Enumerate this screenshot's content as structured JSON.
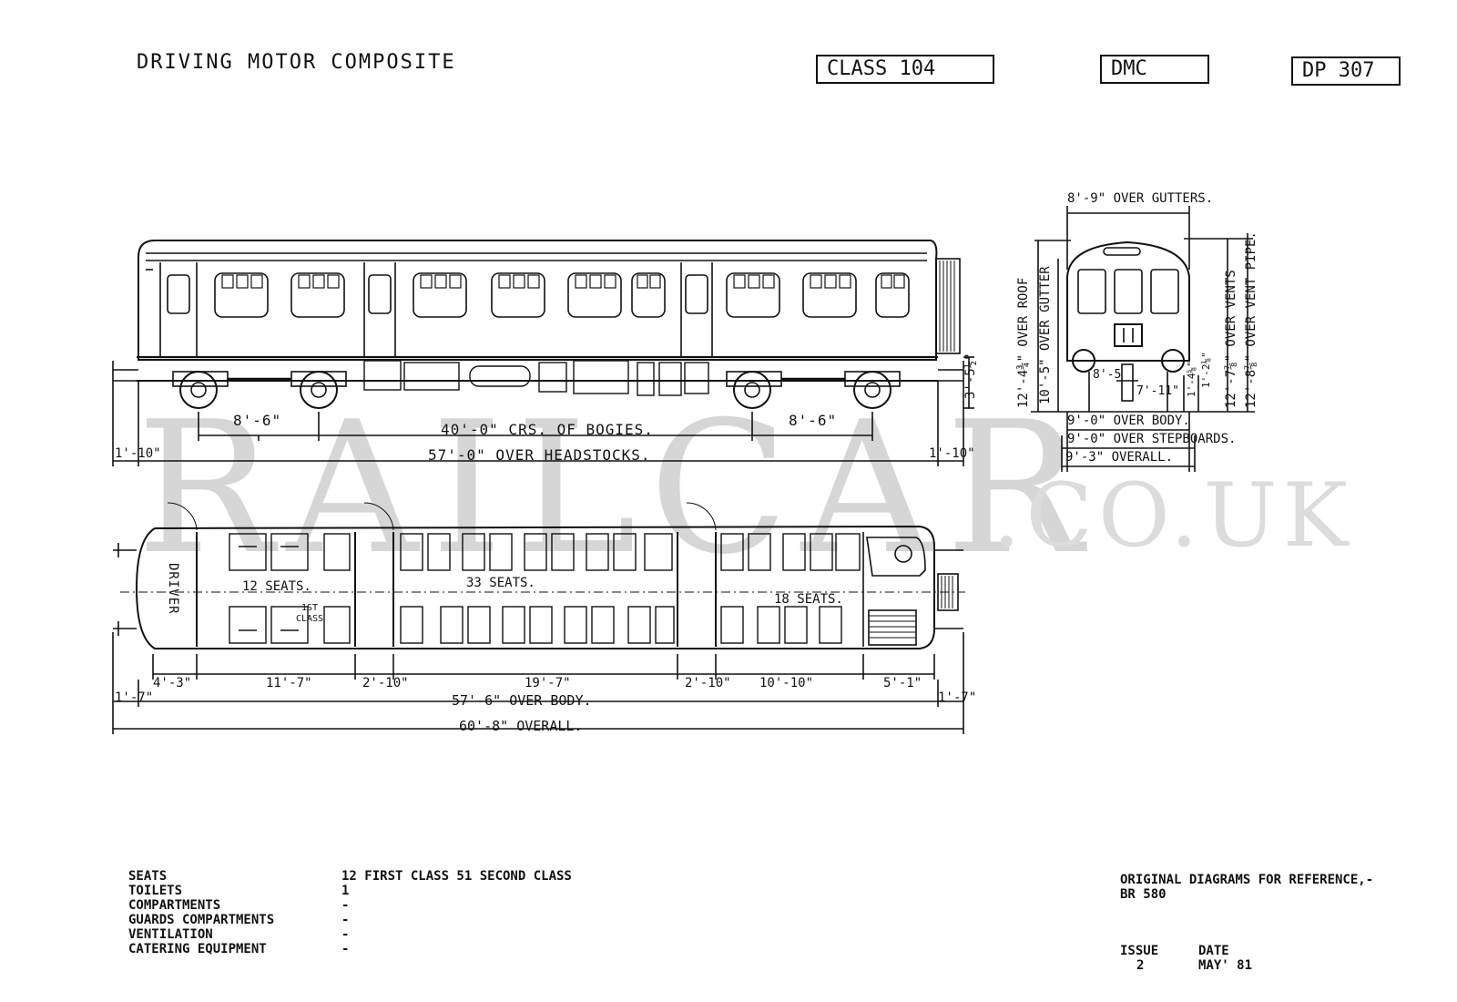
{
  "header": {
    "title": "DRIVING MOTOR COMPOSITE",
    "class_box": "CLASS 104",
    "type_box": "DMC",
    "diagram_box": "DP 307"
  },
  "watermark": "RAILCAR",
  "watermark_domain": ".CO.UK",
  "side_elevation": {
    "dim_bogie_wheelbase_left": "8'-6\"",
    "dim_bogie_centres": "40'-0\" CRS. OF BOGIES.",
    "dim_bogie_wheelbase_right": "8'-6\"",
    "dim_headstocks": "57'-0\" OVER HEADSTOCKS.",
    "dim_end_left": "1'-10\"",
    "dim_end_right": "1'-10\"",
    "dim_headstock_height": "3'-5½\""
  },
  "end_elevation": {
    "over_gutters": "8'-9\" OVER GUTTERS.",
    "over_roof": "12'-4¾\" OVER ROOF",
    "over_gutter": "10'-5\" OVER GUTTER",
    "over_vents": "12'-7⅞\" OVER VENTS",
    "over_vent_pipe": "12'-8⅞\" OVER VENT PIPE.",
    "dim_a": "8'-5",
    "dim_b": "7'-11\"",
    "dim_c": "1'-4⅝\"",
    "dim_d": "1'-2⅛\"",
    "over_body": "9'-0\" OVER BODY.",
    "over_stepboards": "9'-0\" OVER STEPBOARDS.",
    "overall": "9'-3\" OVERALL."
  },
  "plan": {
    "driver": "DRIVER",
    "seats_first": "12 SEATS.",
    "first_class": "1ST CLASS",
    "seats_middle": "33 SEATS.",
    "seats_end": "18 SEATS.",
    "dims": [
      "4'-3\"",
      "11'-7\"",
      "2'-10\"",
      "19'-7\"",
      "2'-10\"",
      "10'-10\"",
      "5'-1\""
    ],
    "end_left": "1'-7\"",
    "end_right": "1'-7\"",
    "over_body": "57'-6\" OVER BODY.",
    "overall": "60'-8\" OVERALL."
  },
  "specs": {
    "labels": [
      "SEATS",
      "TOILETS",
      "COMPARTMENTS",
      "GUARDS COMPARTMENTS",
      "VENTILATION",
      "CATERING EQUIPMENT"
    ],
    "values": [
      "12 FIRST CLASS 51 SECOND CLASS",
      "1",
      "-",
      "-",
      "-",
      "-"
    ]
  },
  "reference": {
    "line1": "ORIGINAL DIAGRAMS FOR REFERENCE,-",
    "line2": "BR 580",
    "issue_label": "ISSUE",
    "issue_value": "2",
    "date_label": "DATE",
    "date_value": "MAY' 81"
  }
}
